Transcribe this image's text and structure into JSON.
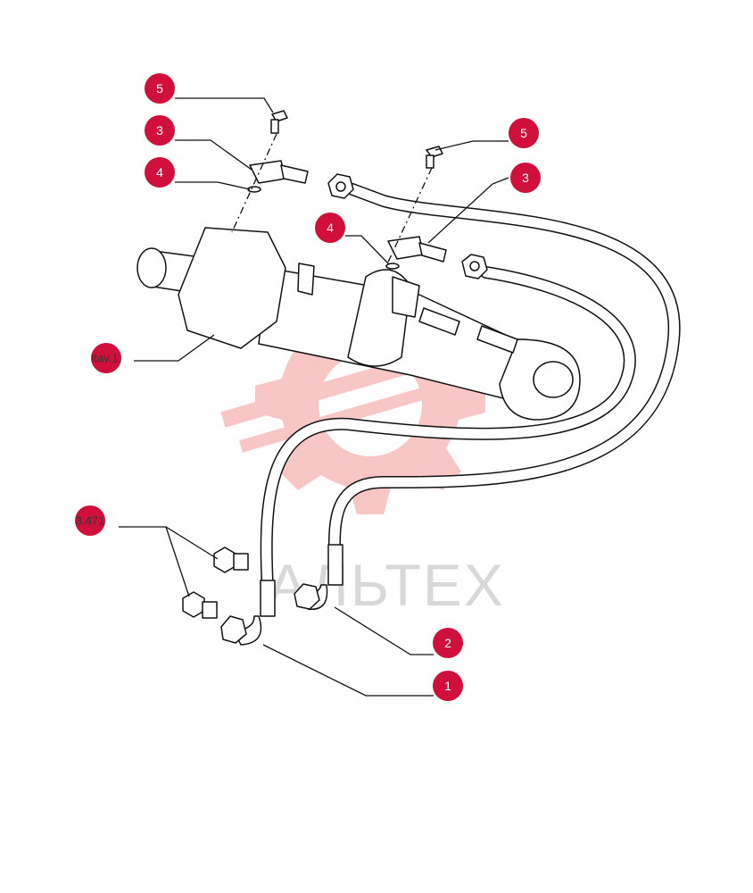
{
  "diagram": {
    "callouts": [
      {
        "id": "c5a",
        "label": "5"
      },
      {
        "id": "c3a",
        "label": "3"
      },
      {
        "id": "c4a",
        "label": "4"
      },
      {
        "id": "c5b",
        "label": "5"
      },
      {
        "id": "c3b",
        "label": "3"
      },
      {
        "id": "c4b",
        "label": "4"
      },
      {
        "id": "c2",
        "label": "2"
      },
      {
        "id": "c1",
        "label": "1"
      }
    ],
    "references": [
      {
        "id": "ref-tav",
        "label": "Itav.1."
      },
      {
        "id": "ref-3471",
        "label": "3.471"
      }
    ],
    "watermark": {
      "text": "АЛЬТЕХ"
    },
    "colors": {
      "callout": "#d0103a",
      "watermark": "#f5a8a8",
      "line": "#111111"
    }
  }
}
